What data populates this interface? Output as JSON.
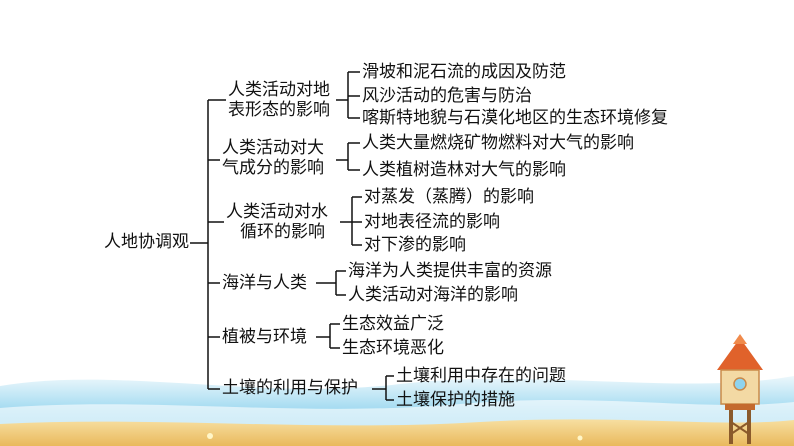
{
  "root": "人地协调观",
  "branches": [
    {
      "label": [
        "人类活动对地",
        "表形态的影响"
      ],
      "items": [
        "滑坡和泥石流的成因及防范",
        "风沙活动的危害与防治",
        "喀斯特地貌与石漠化地区的生态环境修复"
      ]
    },
    {
      "label": [
        "人类活动对大",
        "气成分的影响"
      ],
      "items": [
        "人类大量燃烧矿物燃料对大气的影响",
        "人类植树造林对大气的影响"
      ]
    },
    {
      "label": [
        "人类活动对水",
        "循环的影响"
      ],
      "items": [
        "对蒸发（蒸腾）的影响",
        "对地表径流的影响",
        "对下渗的影响"
      ]
    },
    {
      "label": [
        "海洋与人类"
      ],
      "items": [
        "海洋为人类提供丰富的资源",
        "人类活动对海洋的影响"
      ]
    },
    {
      "label": [
        "植被与环境"
      ],
      "items": [
        "生态效益广泛",
        "生态环境恶化"
      ]
    },
    {
      "label": [
        "土壤的利用与保护"
      ],
      "items": [
        "土壤利用中存在的问题",
        "土壤保护的措施"
      ]
    }
  ]
}
